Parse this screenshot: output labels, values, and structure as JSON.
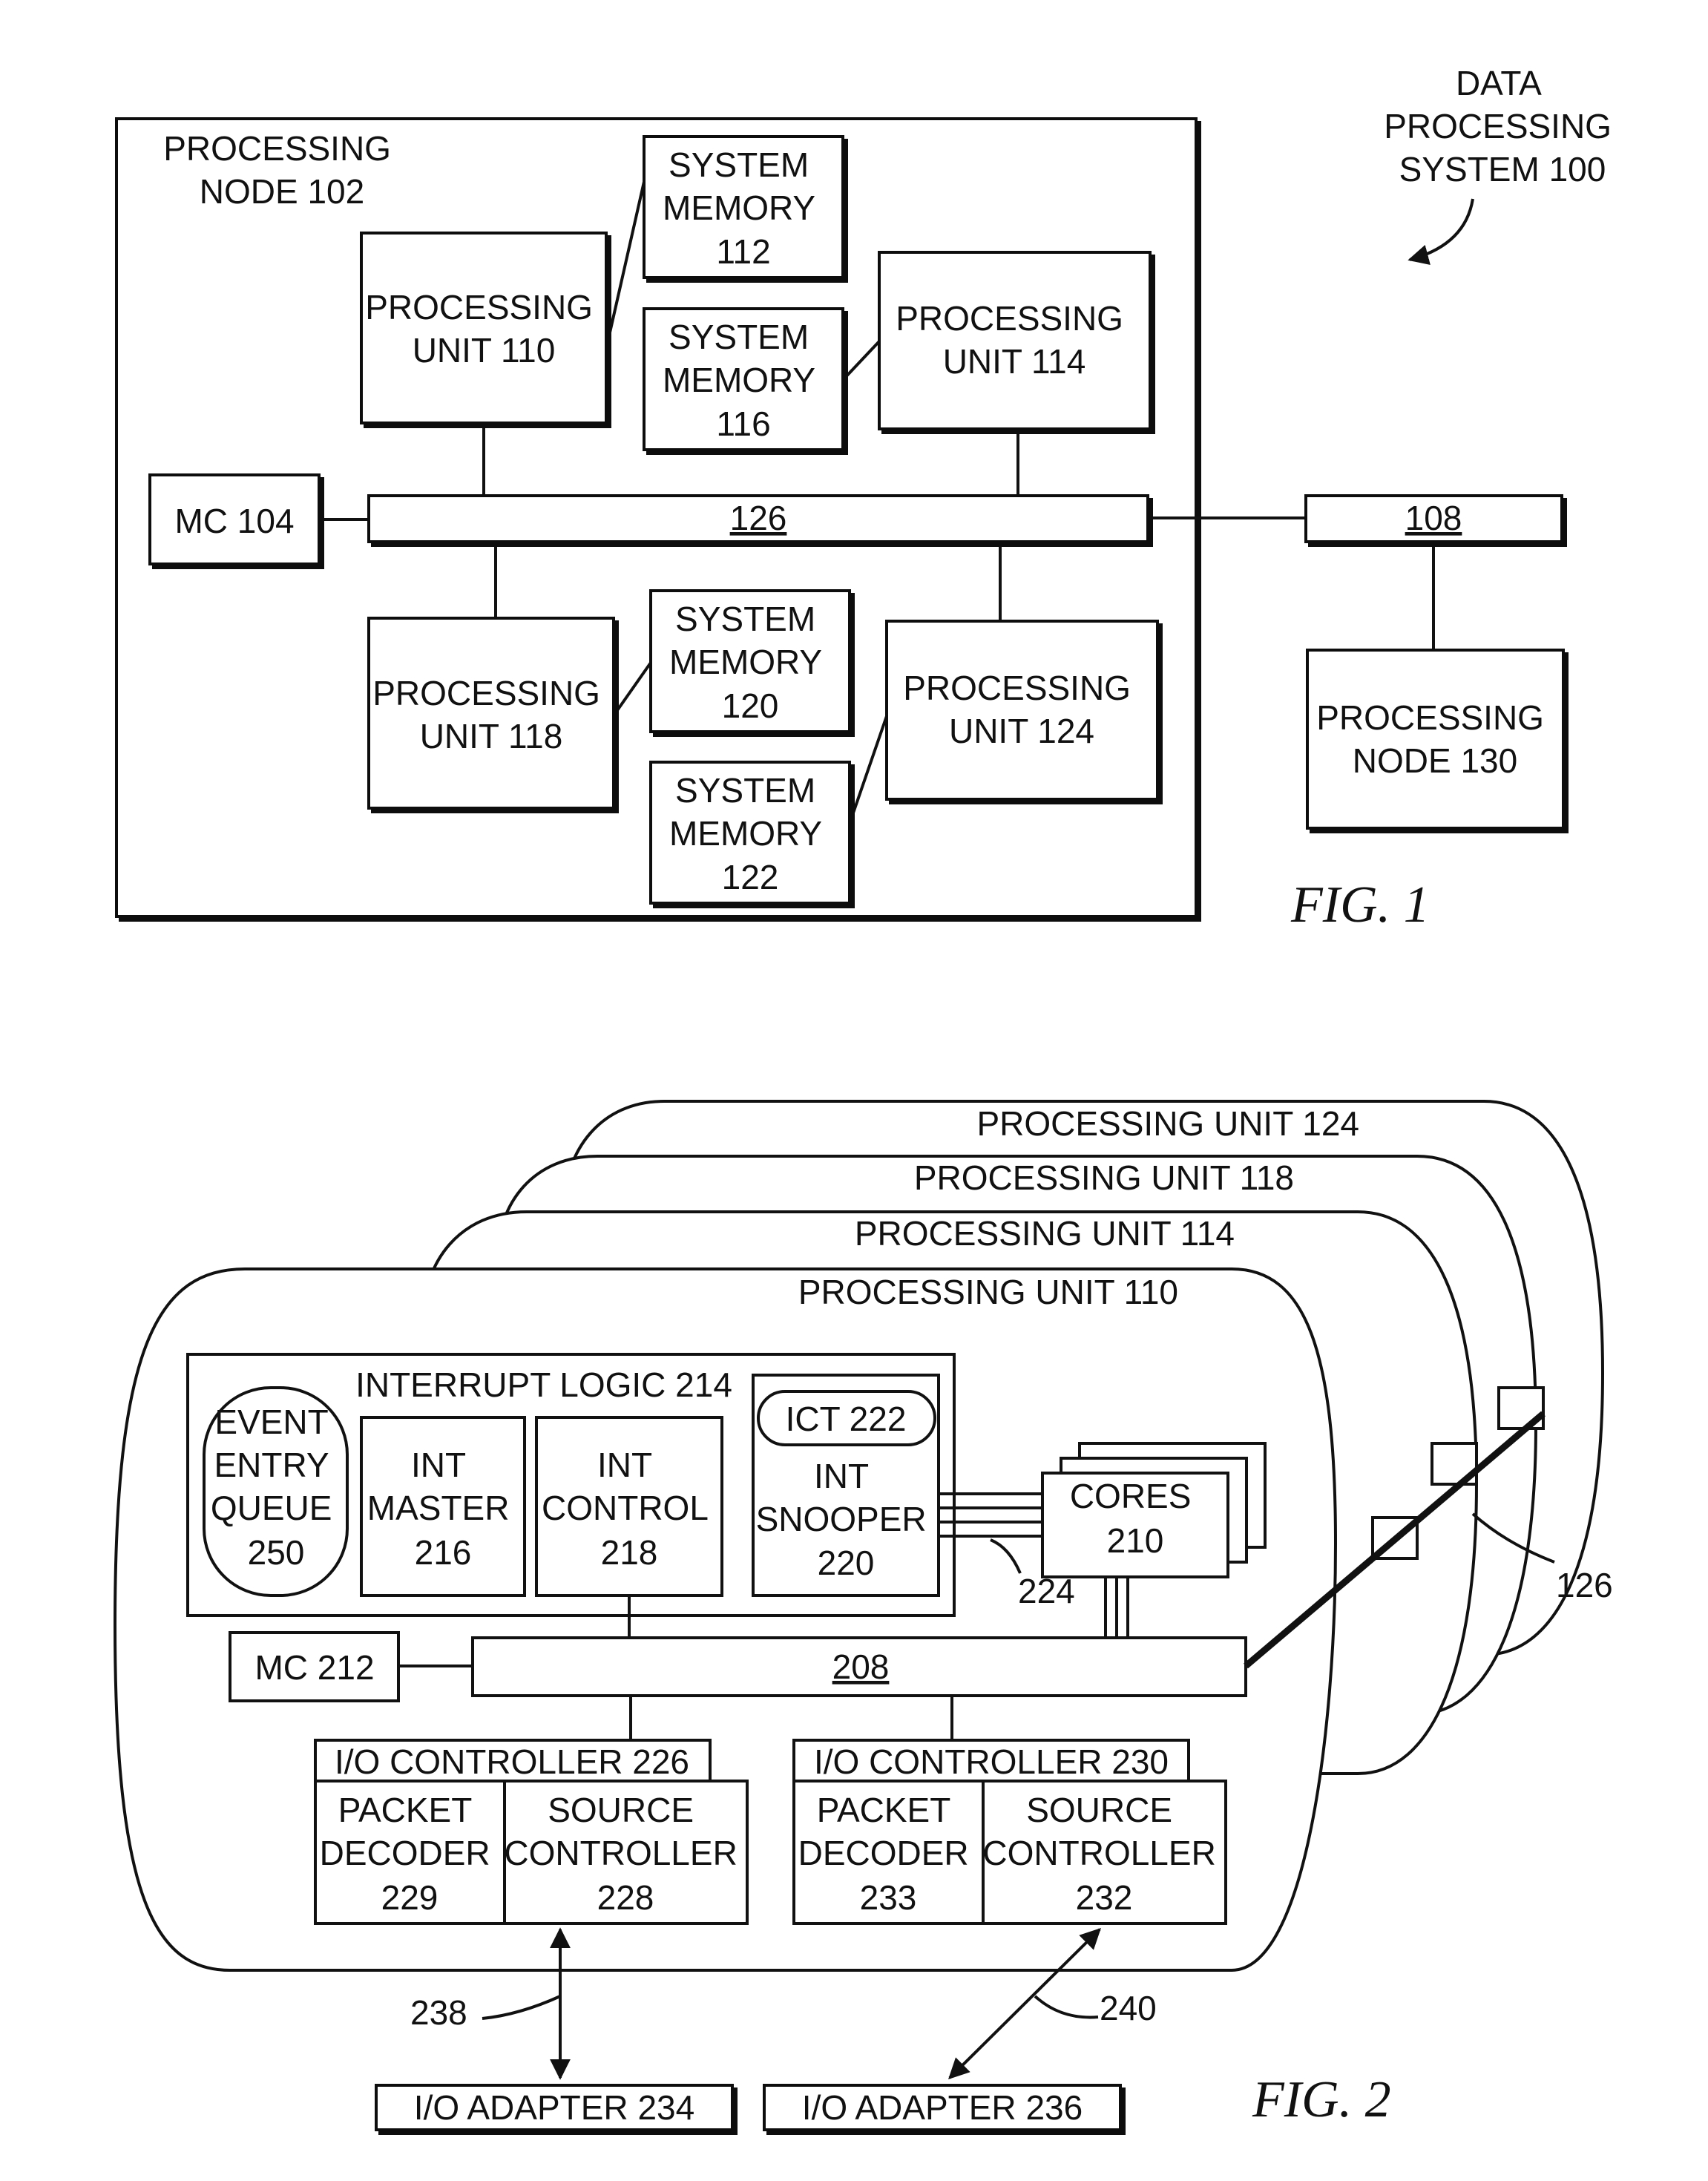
{
  "fig1": {
    "caption": "FIG. 1",
    "system_label": [
      "DATA",
      "PROCESSING",
      "SYSTEM 100"
    ],
    "node_102": [
      "PROCESSING",
      "NODE ",
      "102"
    ],
    "pu_110": [
      "PROCESSING",
      "UNIT ",
      "110"
    ],
    "pu_114": [
      "PROCESSING",
      "UNIT ",
      "114"
    ],
    "pu_118": [
      "PROCESSING",
      "UNIT ",
      "118"
    ],
    "pu_124": [
      "PROCESSING",
      "UNIT ",
      "124"
    ],
    "mem_112": [
      "SYSTEM",
      "MEMORY",
      "112"
    ],
    "mem_116": [
      "SYSTEM",
      "MEMORY",
      "116"
    ],
    "mem_120": [
      "SYSTEM",
      "MEMORY",
      "120"
    ],
    "mem_122": [
      "SYSTEM",
      "MEMORY",
      "122"
    ],
    "mc_104": [
      "MC ",
      "104"
    ],
    "bus_126": "126",
    "link_108": "108",
    "node_130": [
      "PROCESSING",
      "NODE ",
      "130"
    ]
  },
  "fig2": {
    "caption": "FIG. 2",
    "stack_labels": [
      [
        "PROCESSING UNIT ",
        "124"
      ],
      [
        "PROCESSING UNIT ",
        "118"
      ],
      [
        "PROCESSING UNIT ",
        "114"
      ],
      [
        "PROCESSING UNIT ",
        "110"
      ]
    ],
    "interrupt_logic": [
      "INTERRUPT LOGIC ",
      "214"
    ],
    "event_queue": [
      "EVENT",
      "ENTRY",
      "QUEUE",
      "250"
    ],
    "int_master": [
      "INT",
      "MASTER",
      "216"
    ],
    "int_control": [
      "INT",
      "CONTROL",
      "218"
    ],
    "ict": [
      "ICT ",
      "222"
    ],
    "int_snooper": [
      "INT",
      "SNOOPER",
      "220"
    ],
    "cores": [
      "CORES",
      "210"
    ],
    "ref_224": "224",
    "ref_126": "126",
    "mc_212": [
      "MC ",
      "212"
    ],
    "bus_208": "208",
    "io_ctrl_226": [
      "I/O CONTROLLER ",
      "226"
    ],
    "io_ctrl_230": [
      "I/O CONTROLLER ",
      "230"
    ],
    "pkt_229": [
      "PACKET",
      "DECODER",
      "229"
    ],
    "src_228": [
      "SOURCE",
      "CONTROLLER",
      "228"
    ],
    "pkt_233": [
      "PACKET",
      "DECODER",
      "233"
    ],
    "src_232": [
      "SOURCE",
      "CONTROLLER",
      "232"
    ],
    "ref_238": "238",
    "ref_240": "240",
    "io_adapter_234": [
      "I/O ADAPTER ",
      "234"
    ],
    "io_adapter_236": [
      "I/O ADAPTER ",
      "236"
    ]
  }
}
